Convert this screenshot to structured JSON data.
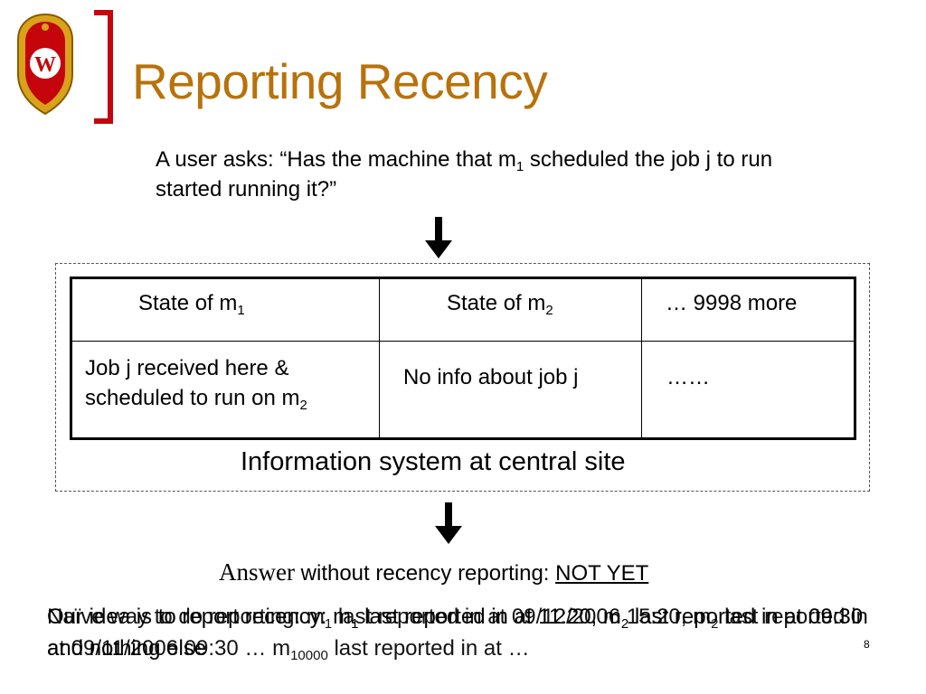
{
  "slide": {
    "title": "Reporting Recency",
    "question": {
      "before_sub": "A user asks: “Has the machine that m",
      "sub": "1",
      "after_sub": " scheduled the job j to run started running it?”"
    },
    "table": {
      "header": {
        "col1_prefix": "State of m",
        "col1_sub": "1",
        "col2_prefix": "State of m",
        "col2_sub": "2",
        "col3": "… 9998 more"
      },
      "row": {
        "col1_line1": "Job j received here &",
        "col1_line2_prefix": "scheduled to run on m",
        "col1_line2_sub": "2",
        "col2": "No info about job j",
        "col3": "……"
      }
    },
    "caption": "Information system at central site",
    "answer": {
      "lead": "Answer",
      "middle": " without recency reporting: ",
      "value": "NOT YET"
    },
    "overlap_text_a": {
      "part1": "Our idea is to report recency: m",
      "sub1": "1",
      "part2": " last reported in at 11:20, m",
      "sub2": "2",
      "part3": " last reported in at 09:30 and nothing else"
    },
    "overlap_text_b": {
      "part1": "Naïve way to do reporting: m",
      "sub1": "1",
      "part2": " last reported in at 09/12/2006 15:20, m",
      "sub2": "2",
      "part3": " last reported in at 09/11/2006 09:30 … m",
      "sub3": "10000",
      "part4": " last reported in at …"
    },
    "page_number": "8"
  },
  "colors": {
    "title": "#b8720a",
    "logo_red": "#c5050c",
    "logo_gold": "#d9a21b",
    "bracket": "#c5050c"
  },
  "icons": [
    "uw-crest-logo",
    "red-bracket",
    "down-arrow-icon"
  ]
}
